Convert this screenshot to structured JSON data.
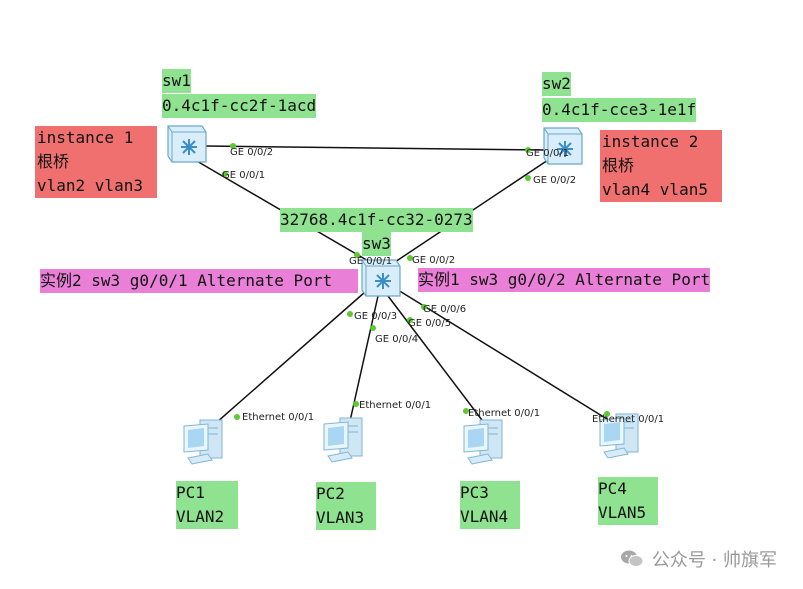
{
  "sw1": {
    "name": "sw1",
    "mac": "0.4c1f-cc2f-1acd",
    "instance": "instance 1",
    "role": "根桥",
    "vlans": "vlan2 vlan3"
  },
  "sw2": {
    "name": "sw2",
    "mac": "0.4c1f-cce3-1e1f",
    "instance": "instance 2",
    "role": "根桥",
    "vlans": "vlan4 vlan5"
  },
  "sw3": {
    "name": "sw3",
    "bridge_id": "32768.4c1f-cc32-0273",
    "note_left": "实例2 sw3 g0/0/1 Alternate Port",
    "note_right": "实例1 sw3 g0/0/2 Alternate Port"
  },
  "ports": {
    "sw1_g2": "GE 0/0/2",
    "sw1_g1": "GE 0/0/1",
    "sw2_g1": "GE 0/0/1",
    "sw2_g2": "GE 0/0/2",
    "sw3_g1": "GE 0/0/1",
    "sw3_g2": "GE 0/0/2",
    "sw3_g3": "GE 0/0/3",
    "sw3_g4": "GE 0/0/4",
    "sw3_g5": "GE 0/0/5",
    "sw3_g6": "GE 0/0/6",
    "pc1": "Ethernet 0/0/1",
    "pc2": "Ethernet 0/0/1",
    "pc3": "Ethernet 0/0/1",
    "pc4": "Ethernet 0/0/1"
  },
  "pcs": [
    {
      "name": "PC1",
      "vlan": "VLAN2"
    },
    {
      "name": "PC2",
      "vlan": "VLAN3"
    },
    {
      "name": "PC3",
      "vlan": "VLAN4"
    },
    {
      "name": "PC4",
      "vlan": "VLAN5"
    }
  ],
  "watermark": "公众号 · 帅旗军",
  "colors": {
    "label_green": "#8fe28f",
    "label_red": "#f07070",
    "label_pink": "#ea7fd8",
    "port_dot": "#5cc832",
    "switch": "#cfe9f7"
  }
}
